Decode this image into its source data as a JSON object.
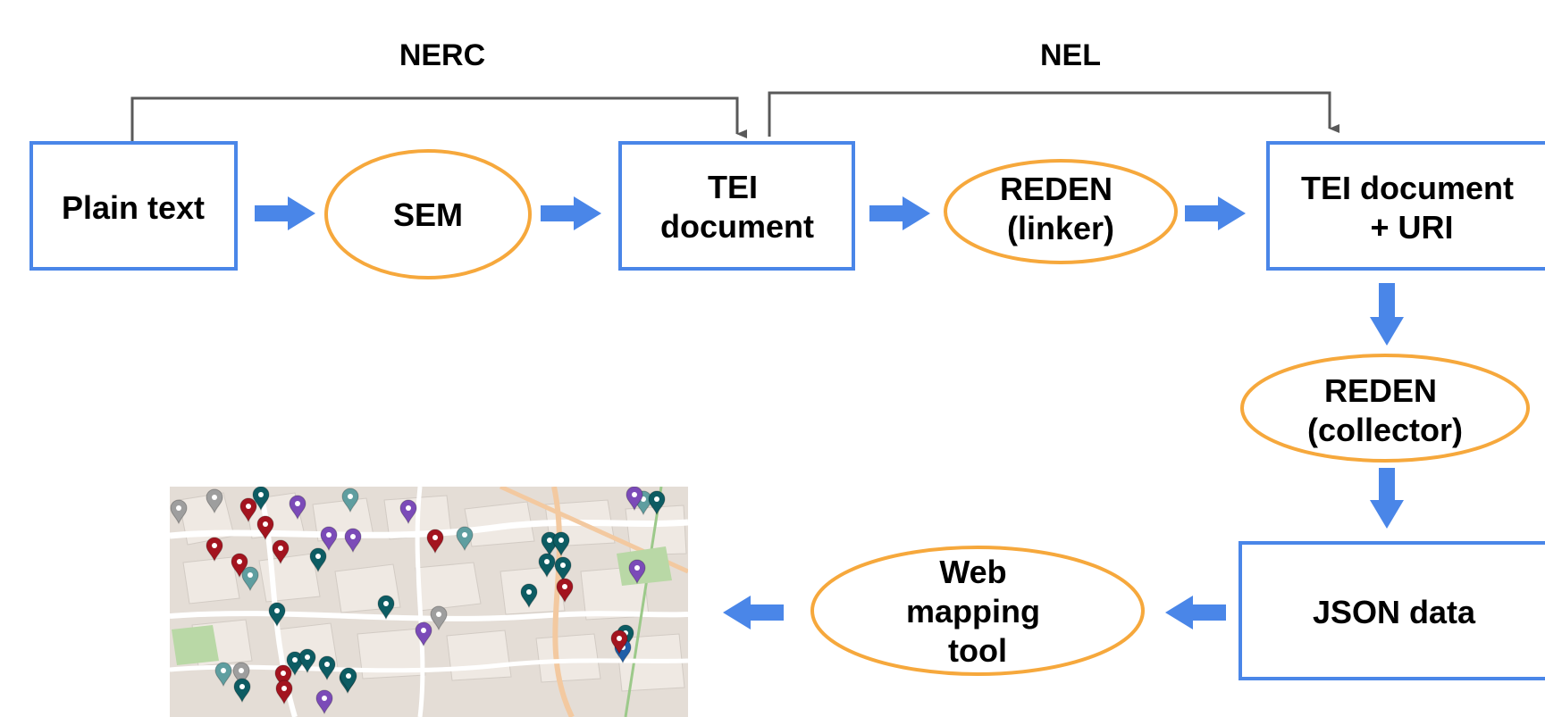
{
  "stage_labels": {
    "nerc": "NERC",
    "nel": "NEL"
  },
  "nodes": {
    "plain_text": {
      "lines": [
        "Plain text"
      ]
    },
    "sem": {
      "lines": [
        "SEM"
      ]
    },
    "tei_document": {
      "lines": [
        "TEI",
        "document"
      ]
    },
    "reden_linker": {
      "lines": [
        "REDEN",
        "(linker)"
      ]
    },
    "tei_document_uri": {
      "lines": [
        "TEI document",
        "+ URI"
      ]
    },
    "reden_collector": {
      "lines": [
        "REDEN",
        "(collector)"
      ]
    },
    "json_data": {
      "lines": [
        "JSON data"
      ]
    },
    "web_mapping_tool": {
      "lines": [
        "Web",
        "mapping",
        "tool"
      ]
    }
  },
  "colors": {
    "box_border": "#4a86e8",
    "ellipse_border": "#f6a83c",
    "flow_arrow": "#4a86e8",
    "connector": "#595959",
    "text": "#000000"
  },
  "map_preview": {
    "marker_colors": [
      "#a3141f",
      "#0d5c63",
      "#7b4bb8",
      "#5f9ea0",
      "#9e9e9e",
      "#1f5fa8"
    ]
  }
}
